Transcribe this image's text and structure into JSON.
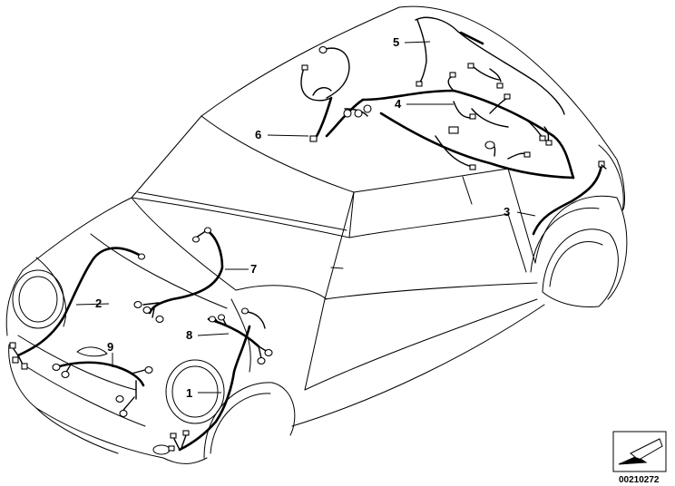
{
  "callouts": [
    {
      "id": "1",
      "text": "1"
    },
    {
      "id": "2",
      "text": "2"
    },
    {
      "id": "3",
      "text": "3"
    },
    {
      "id": "4",
      "text": "4"
    },
    {
      "id": "5",
      "text": "5"
    },
    {
      "id": "6",
      "text": "6"
    },
    {
      "id": "7",
      "text": "7"
    },
    {
      "id": "8",
      "text": "8"
    },
    {
      "id": "9",
      "text": "9"
    }
  ],
  "diagram_code": "00210272",
  "icons": [
    "view-direction-arrow-icon"
  ]
}
